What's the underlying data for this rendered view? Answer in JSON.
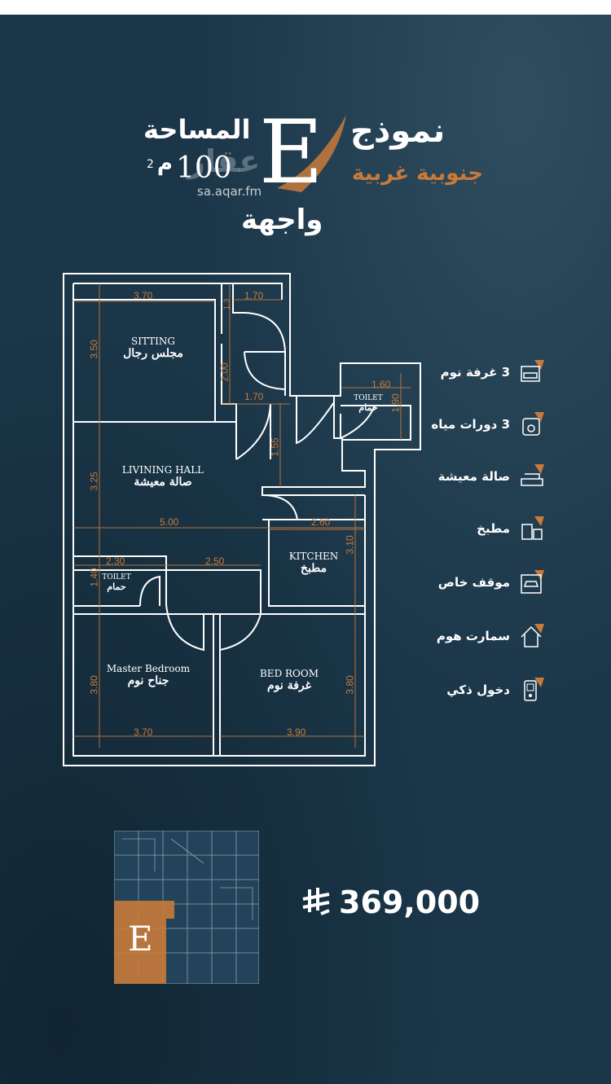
{
  "header": {
    "model_word": "نموذج",
    "model_letter": "E",
    "orientation": "جنوبية غربية",
    "area_label": "المساحة",
    "area_value": "100",
    "area_unit": "م",
    "area_sup": "2",
    "facade": "واجهة",
    "watermark": "sa.aqar.fm",
    "watermark_logo": "عقار"
  },
  "colors": {
    "background": "#1a3648",
    "accent": "#c87a3a",
    "lines": "#ffffff"
  },
  "rooms": {
    "sitting_en": "SITTING",
    "sitting_ar": "مجلس رجال",
    "living_en": "LIVINING HALL",
    "living_ar": "صالة معيشة",
    "kitchen_en": "KITCHEN",
    "kitchen_ar": "مطبخ",
    "toilet1_en": "TOILET",
    "toilet1_ar": "حمام",
    "toilet2_en": "TOILET",
    "toilet2_ar": "حمام",
    "master_en": "Master Bedroom",
    "master_ar": "جناح نوم",
    "bed_en": "BED ROOM",
    "bed_ar": "غرفة نوم"
  },
  "dimensions": {
    "d1": "3.70",
    "d2": "1.70",
    "d3": "3.50",
    "d4": "1.3",
    "d5": "2.00",
    "d6": "1.70",
    "d7": "1.60",
    "d8": "1.90",
    "d9": "1.55",
    "d10": "3.25",
    "d11": "5.00",
    "d12": "2.60",
    "d13": "3.10",
    "d14": "2.30",
    "d15": "2.50",
    "d16": "1.40",
    "d17": "3.80",
    "d18": "3.80",
    "d19": "3.70",
    "d20": "3.90"
  },
  "features": [
    {
      "label": "3 غرفة نوم",
      "icon": "bedroom-icon"
    },
    {
      "label": "3 دورات مياه",
      "icon": "bathroom-icon"
    },
    {
      "label": "صالة معيشة",
      "icon": "sofa-icon"
    },
    {
      "label": "مطبخ",
      "icon": "kitchen-icon"
    },
    {
      "label": "موقف خاص",
      "icon": "parking-icon"
    },
    {
      "label": "سمارت هوم",
      "icon": "smart-home-icon"
    },
    {
      "label": "دخول ذكي",
      "icon": "smart-lock-icon"
    }
  ],
  "keyplan": {
    "unit_letter": "E"
  },
  "price": {
    "amount": "369,000",
    "currency_symbol": "⃁"
  }
}
